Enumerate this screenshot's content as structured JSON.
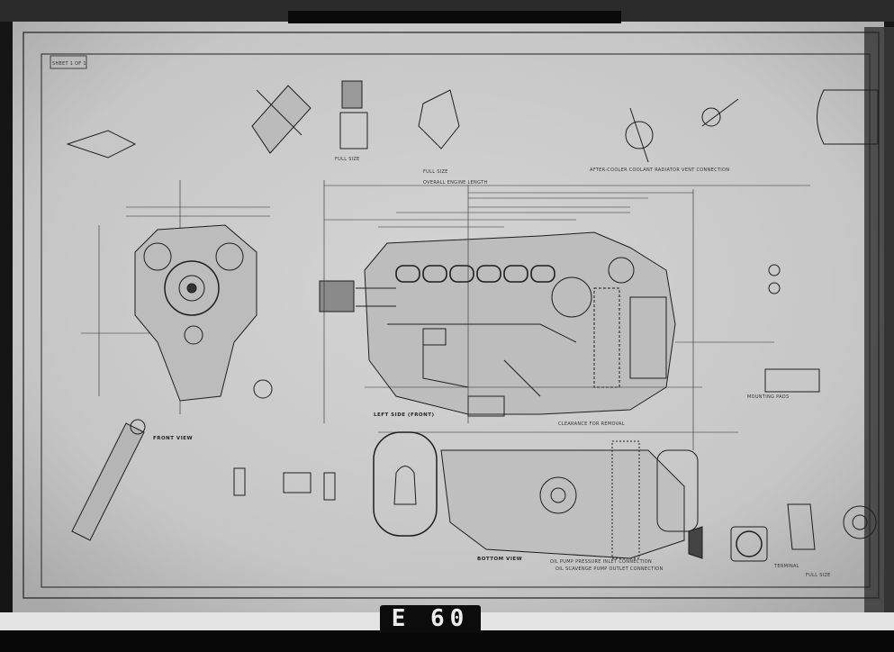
{
  "plate": {
    "label": "E 60"
  },
  "title_block": {
    "line1": "SHEET 1 OF 1"
  },
  "views": {
    "front": "FRONT VIEW",
    "left_side": "LEFT SIDE (FRONT)",
    "bottom": "BOTTOM VIEW"
  },
  "annotations": {
    "overall_length": "OVERALL ENGINE LENGTH",
    "aftercooler": "AFTER-COOLER COOLANT RADIATOR VENT CONNECTION",
    "oil_pressure": "OIL PUMP PRESSURE INLET CONNECTION",
    "oil_scavenge": "OIL SCAVENGE PUMP OUTLET CONNECTION",
    "clearance": "CLEARANCE FOR REMOVAL",
    "full_size_1": "FULL SIZE",
    "full_size_2": "FULL SIZE",
    "full_size_3": "FULL SIZE",
    "terminal": "TERMINAL",
    "mounting": "MOUNTING PADS"
  },
  "colors": {
    "paper": "#c9c9c9",
    "ink": "#1e1e1e",
    "border": "#111111"
  }
}
